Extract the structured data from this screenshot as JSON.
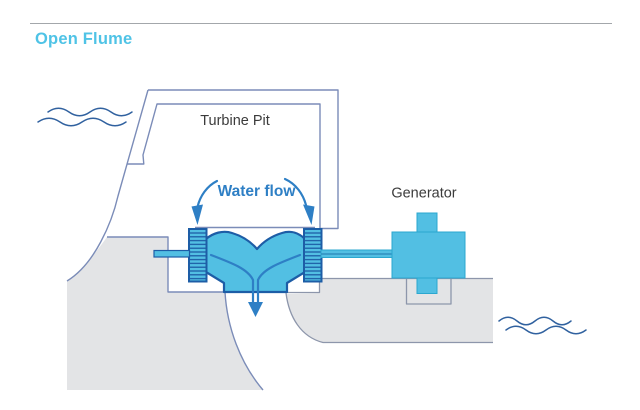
{
  "header": {
    "title": "Open Flume"
  },
  "diagram": {
    "labels": {
      "turbine_pit": "Turbine Pit",
      "water_flow": "Water flow",
      "generator": "Generator"
    },
    "colors": {
      "title-cyan": "#4fc3e6",
      "flow-blue": "#2e7fc5",
      "machine-cyan": "#52bfe3",
      "machine-outline": "#1d5da6",
      "machine-edge": "#2ba7cf",
      "structure-line": "#7b8cb8",
      "faint-line": "#8d96ab",
      "concrete-gray": "#e3e4e6",
      "wave-navy": "#30619f",
      "divider-gray": "#a3a7ab",
      "label-dark": "#3b3b3b"
    }
  }
}
